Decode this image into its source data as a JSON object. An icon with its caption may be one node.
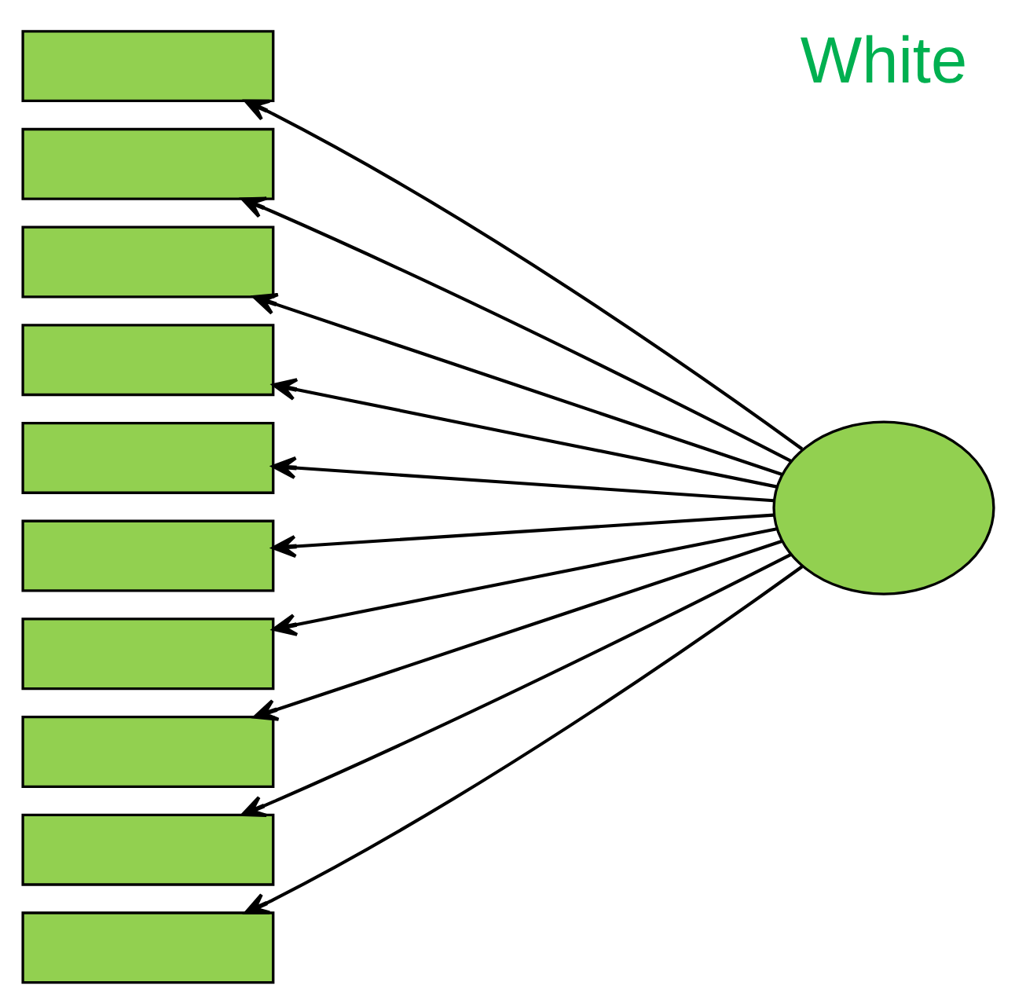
{
  "diagram": {
    "nodes": [
      {
        "text": [],
        "shape": "box"
      },
      {
        "text": [],
        "shape": "box"
      },
      {
        "text": [],
        "shape": "box"
      },
      {
        "text": [],
        "shape": "box"
      },
      {
        "text": [],
        "shape": "box"
      },
      {
        "text": [],
        "shape": "box"
      },
      {
        "text": [],
        "shape": "box"
      },
      {
        "text": [],
        "shape": "box"
      },
      {
        "text": [],
        "shape": "box"
      },
      {
        "text": [],
        "shape": "box"
      },
      {
        "text": [],
        "shape": "ellipse"
      }
    ],
    "edges": [
      {
        "from": 10,
        "to": 0,
        "arrow": "to"
      },
      {
        "from": 10,
        "to": 1,
        "arrow": "to"
      },
      {
        "from": 10,
        "to": 2,
        "arrow": "to"
      },
      {
        "from": 10,
        "to": 3,
        "arrow": "to"
      },
      {
        "from": 10,
        "to": 4,
        "arrow": "to"
      },
      {
        "from": 10,
        "to": 5,
        "arrow": "to"
      },
      {
        "from": 10,
        "to": 6,
        "arrow": "to"
      },
      {
        "from": 10,
        "to": 7,
        "arrow": "to"
      },
      {
        "from": 10,
        "to": 8,
        "arrow": "to"
      },
      {
        "from": 10,
        "to": 9,
        "arrow": "to"
      }
    ],
    "labels": [
      "White"
    ]
  }
}
